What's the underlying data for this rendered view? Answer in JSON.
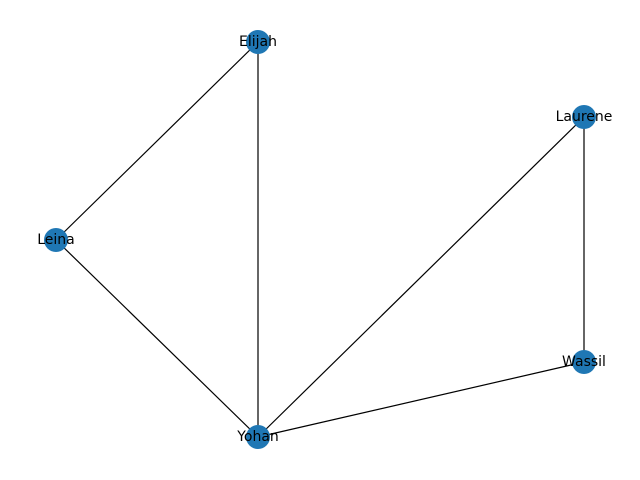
{
  "graph": {
    "node_color": "#1f77b4",
    "edge_color": "#000000",
    "nodes": [
      {
        "id": "Elijah",
        "label": "Elijah"
      },
      {
        "id": "Laurene",
        "label": "Laurene"
      },
      {
        "id": "Leina",
        "label": "Leina"
      },
      {
        "id": "Wassil",
        "label": "Wassil"
      },
      {
        "id": "Yohan",
        "label": "Yohan"
      }
    ],
    "edges": [
      {
        "source": "Elijah",
        "target": "Leina"
      },
      {
        "source": "Elijah",
        "target": "Yohan"
      },
      {
        "source": "Leina",
        "target": "Yohan"
      },
      {
        "source": "Laurene",
        "target": "Yohan"
      },
      {
        "source": "Laurene",
        "target": "Wassil"
      },
      {
        "source": "Wassil",
        "target": "Yohan"
      }
    ]
  }
}
